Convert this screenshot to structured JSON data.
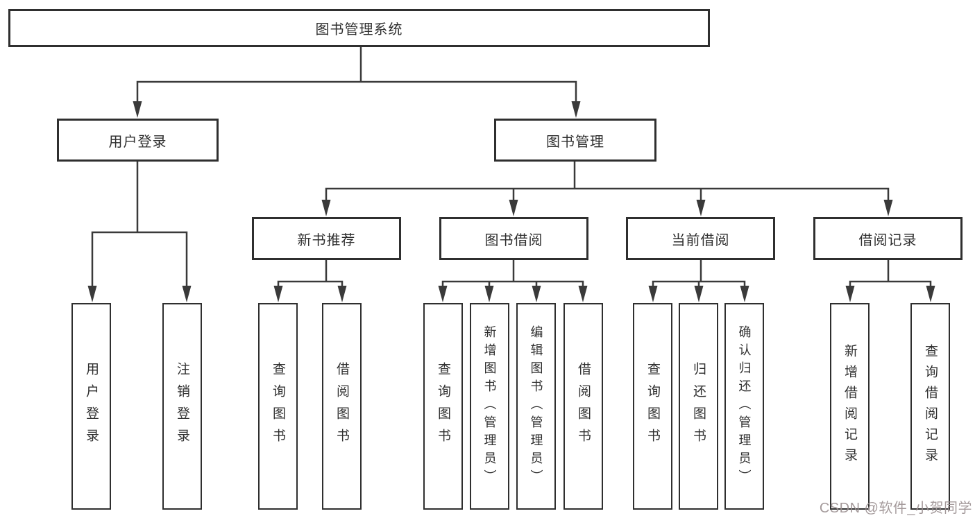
{
  "diagram": {
    "root": {
      "label": "图书管理系统"
    },
    "level2": {
      "user_login": "用户登录",
      "book_mgmt": "图书管理"
    },
    "level3": {
      "new_book": "新书推荐",
      "book_borrow": "图书借阅",
      "cur_borrow": "当前借阅",
      "borrow_rec": "借阅记录"
    },
    "leaves": {
      "login": "用户登录",
      "logout": "注销登录",
      "nb_query": "查询图书",
      "nb_borrow": "借阅图书",
      "bb_query": "查询图书",
      "bb_add": "新增图书（管理员）",
      "bb_edit": "编辑图书（管理员）",
      "bb_borrow": "借阅图书",
      "cb_query": "查询图书",
      "cb_return": "归还图书",
      "cb_confirm": "确认归还（管理员）",
      "br_add": "新增借阅记录",
      "br_query": "查询借阅记录"
    }
  },
  "watermark": {
    "text": "CSDN @软件_小贺同学"
  },
  "colors": {
    "line": "#3a3a3a",
    "border": "#2f2f2f",
    "text": "#2f2f2f",
    "watermark": "#9b9091",
    "background": "#ffffff"
  }
}
